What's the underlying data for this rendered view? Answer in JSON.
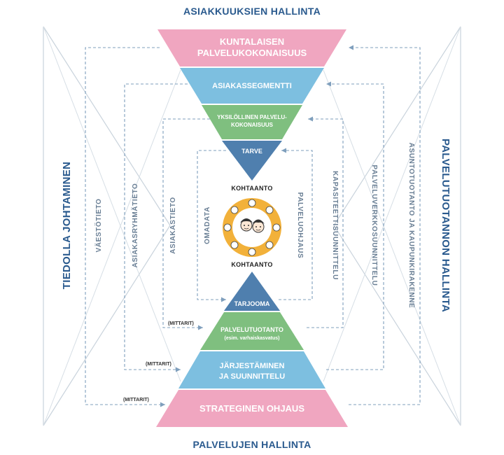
{
  "headers": {
    "top": "ASIAKKUUKSIEN HALLINTA",
    "bottom": "PALVELUJEN HALLINTA",
    "left": "TIEDOLLA JOHTAMINEN",
    "right": "PALVELUTUOTANNON HALLINTA"
  },
  "top_triangle": {
    "level1": [
      "KUNTALAISEN",
      "PALVELUKOKONAISUUS"
    ],
    "level2": "ASIAKASSEGMENTTI",
    "level3": [
      "YKSILÖLLINEN PALVELU-",
      "KOKONAISUUS"
    ],
    "level4": "TARVE"
  },
  "bottom_triangle": {
    "level1": "TARJOOMA",
    "level2": [
      "PALVELUTUOTANTO",
      "(esim. varhaiskasvatus)"
    ],
    "level3": [
      "JÄRJESTÄMINEN",
      "JA SUUNNITTELU"
    ],
    "level4": "STRATEGINEN OHJAUS"
  },
  "left_labels": [
    "VÄESTÖTIETO",
    "ASIAKASRYHMÄTIETO",
    "ASIAKASTIETO",
    "OMADATA"
  ],
  "right_labels": [
    "PALVELUOHJAUS",
    "KAPASITEETTISUUNNITTELU",
    "PALVELUVERKKOSUUNNITTELU",
    "ASUNTOTUOTANTO JA KAUPUNKIRAKENNE"
  ],
  "mittarit": "(MITTARIT)",
  "center": {
    "top_label": "KOHTAANTO",
    "bottom_label": "KOHTAANTO"
  },
  "colors": {
    "pink": "#f0a6c0",
    "blue": "#7dbfe0",
    "green": "#7fbf7f",
    "dark_blue": "#4f7fae",
    "orange": "#f2b13a",
    "header": "#2a5a8e",
    "dashed": "#7f9fbd"
  }
}
